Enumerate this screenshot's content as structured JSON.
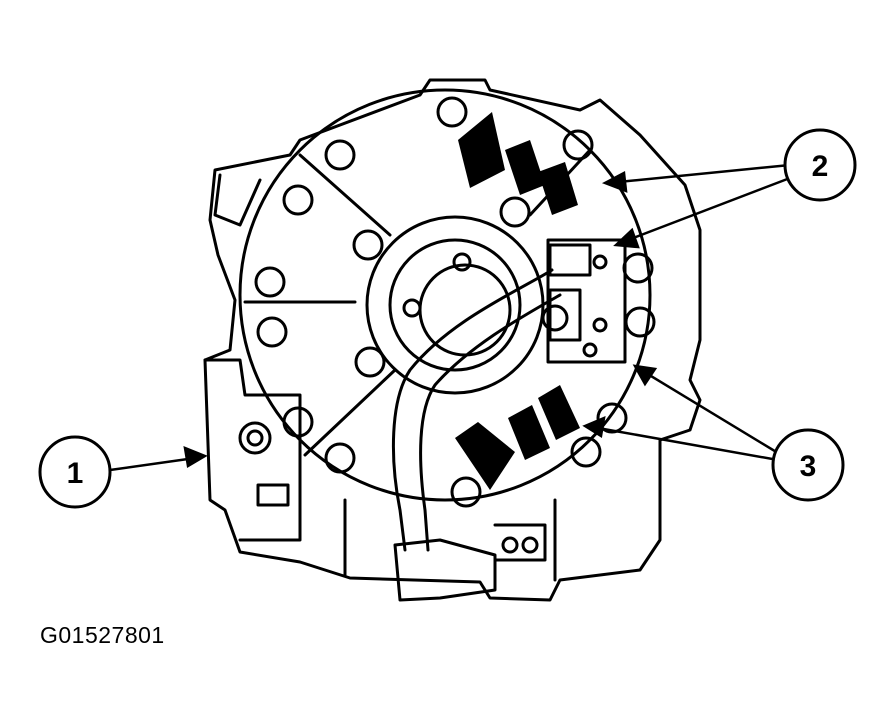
{
  "callouts": [
    {
      "label": "1"
    },
    {
      "label": "2"
    },
    {
      "label": "3"
    }
  ],
  "figure_id": "G01527801",
  "colors": {
    "ink": "#000000",
    "paper": "#ffffff"
  }
}
